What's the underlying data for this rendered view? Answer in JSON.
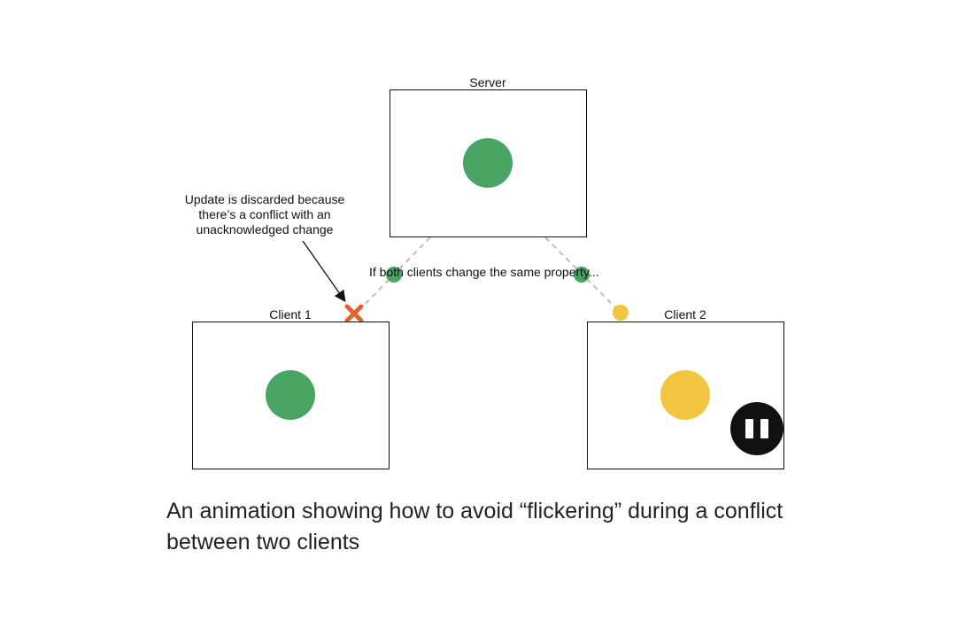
{
  "diagram": {
    "server_label": "Server",
    "client1_label": "Client 1",
    "client2_label": "Client 2",
    "callout_text": "Update is discarded because there’s a conflict with an unacknowledged change",
    "middle_text": "If both clients change the same property...",
    "colors": {
      "green": "#4aa564",
      "yellow": "#f2c641",
      "conflict_x": "#e2622d",
      "dashed_line": "#bdbdbd",
      "pause_bg": "#111111"
    },
    "pause_button_icon": "pause-icon"
  },
  "caption": "An animation showing how to avoid “flickering” during a conflict between two clients"
}
